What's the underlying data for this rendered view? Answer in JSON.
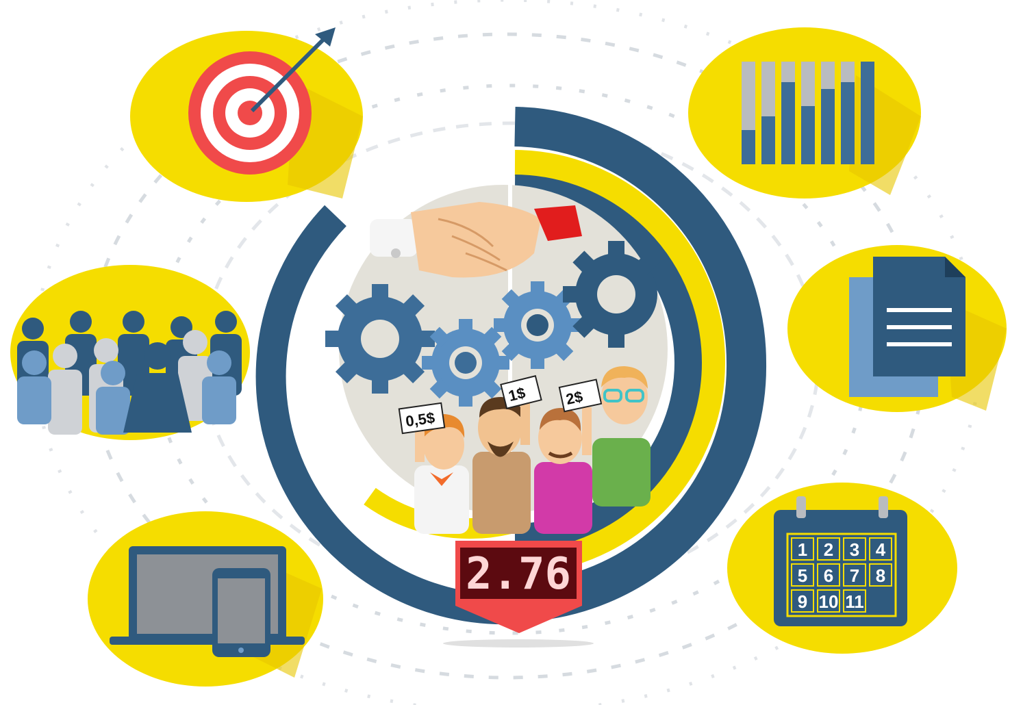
{
  "colors": {
    "yellow": "#f5dd00",
    "navy": "#2f5a7e",
    "light_blue": "#6f9cc8",
    "red": "#f04a4a",
    "gray": "#c9c9c9",
    "scoreboard": "#6b0c12"
  },
  "scoreboard": {
    "value": "2.76"
  },
  "price_signs": {
    "half": "0,5$",
    "one": "1$",
    "two": "2$"
  },
  "calendar": {
    "days": [
      "1",
      "2",
      "3",
      "4",
      "5",
      "6",
      "7",
      "8",
      "9",
      "10",
      "11"
    ]
  },
  "badges": [
    {
      "icon": "target-icon"
    },
    {
      "icon": "bar-chart-icon"
    },
    {
      "icon": "crowd-icon"
    },
    {
      "icon": "document-icon"
    },
    {
      "icon": "devices-icon"
    },
    {
      "icon": "calendar-icon"
    }
  ],
  "center_icons": [
    "handshake-icon",
    "gears-icon",
    "people-icon",
    "scoreboard-icon"
  ]
}
